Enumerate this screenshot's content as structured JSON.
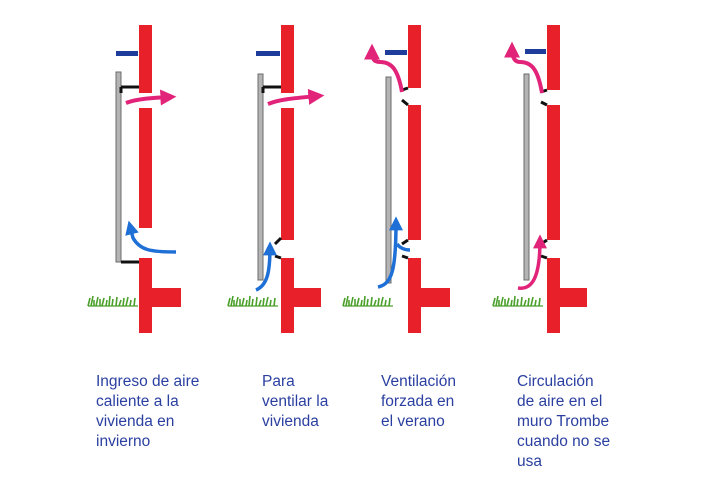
{
  "panels": [
    {
      "caption": "Ingreso de aire\ncaliente a la\nvivienda en\ninvierno"
    },
    {
      "caption": "Para\nventilar la\nvivienda"
    },
    {
      "caption": "Ventilación\nforzada en\nel verano"
    },
    {
      "caption": "Circulación\nde aire en el\nmuro Trombe\ncuando no se\nusa"
    }
  ],
  "colors": {
    "wall": "#e8202a",
    "glass": "#b4b4b4",
    "vent_frame": "#111111",
    "cold_air": "#1e6fd6",
    "warm_air": "#e2237a",
    "blue_bar": "#1d3c9c",
    "grass": "#4aa02a",
    "caption_text": "#2a3fa0"
  }
}
